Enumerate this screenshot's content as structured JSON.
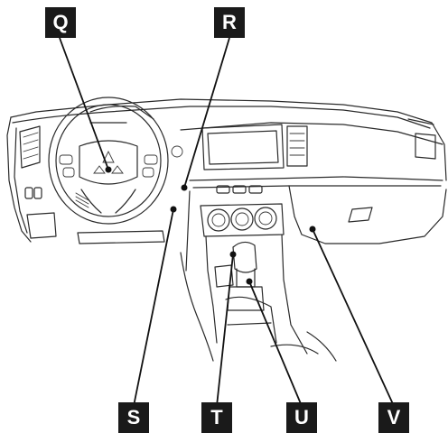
{
  "callouts": [
    {
      "id": "Q",
      "label": "Q"
    },
    {
      "id": "R",
      "label": "R"
    },
    {
      "id": "S",
      "label": "S"
    },
    {
      "id": "T",
      "label": "T"
    },
    {
      "id": "U",
      "label": "U"
    },
    {
      "id": "V",
      "label": "V"
    }
  ],
  "colors": {
    "ink": "#1a1a1a",
    "label_text": "#ffffff",
    "background": "#ffffff"
  }
}
